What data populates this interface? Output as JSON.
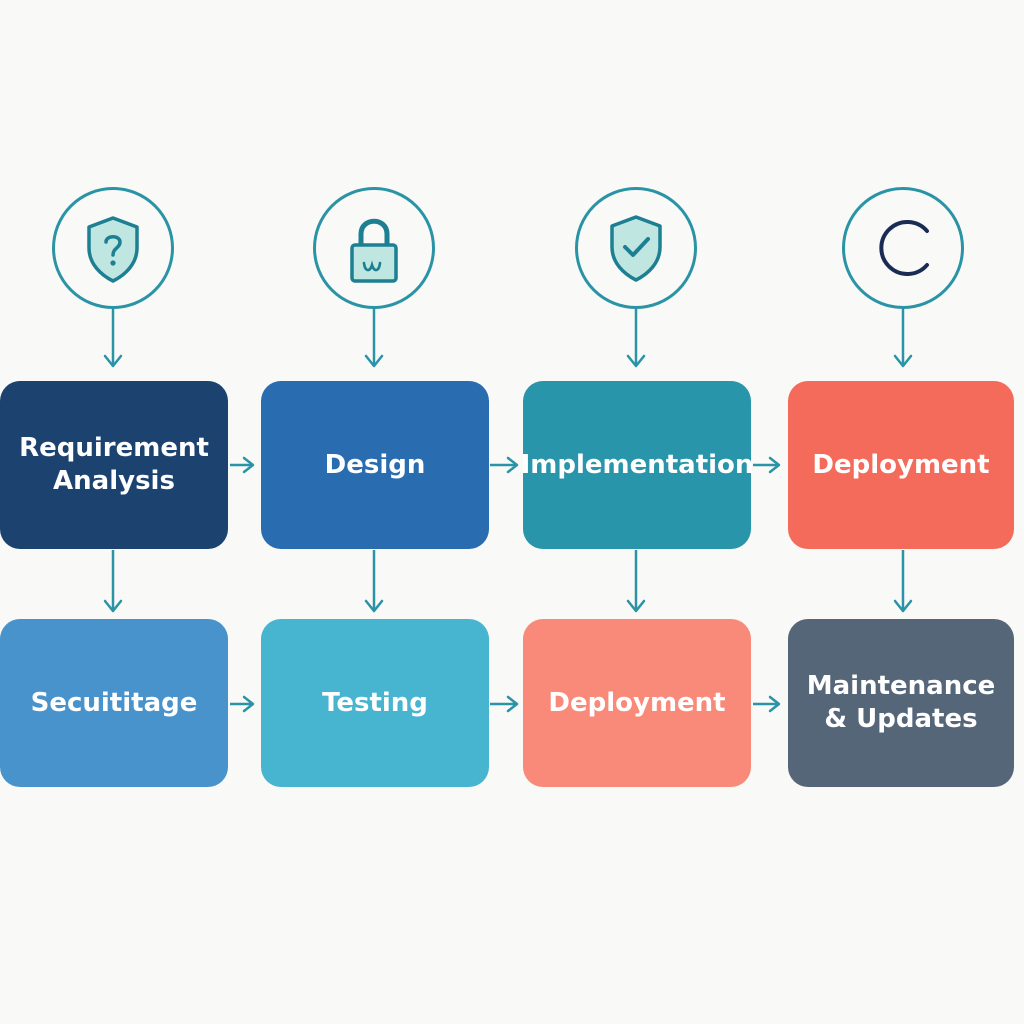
{
  "colors": {
    "background": "#f9f9f7",
    "connector": "#2a93a6",
    "icon_fill": "#bfe6e1",
    "icon_stroke": "#1d7f92",
    "icon_dark": "#1a2c54"
  },
  "icons": [
    {
      "name": "shield-question-icon"
    },
    {
      "name": "padlock-icon"
    },
    {
      "name": "shield-check-icon"
    },
    {
      "name": "circle-c-icon"
    }
  ],
  "top_row": [
    {
      "label": "Requirement\nAnalysis",
      "color": "#1c4270"
    },
    {
      "label": "Design",
      "color": "#2a6cb0"
    },
    {
      "label": "Implementation",
      "color": "#2895aa"
    },
    {
      "label": "Deployment",
      "color": "#f46b5c"
    }
  ],
  "bottom_row": [
    {
      "label": "Secuititage",
      "color": "#4993cc"
    },
    {
      "label": "Testing",
      "color": "#47b4d0"
    },
    {
      "label": "Deployment",
      "color": "#f98978"
    },
    {
      "label": "Maintenance\n& Updates",
      "color": "#566679"
    }
  ]
}
